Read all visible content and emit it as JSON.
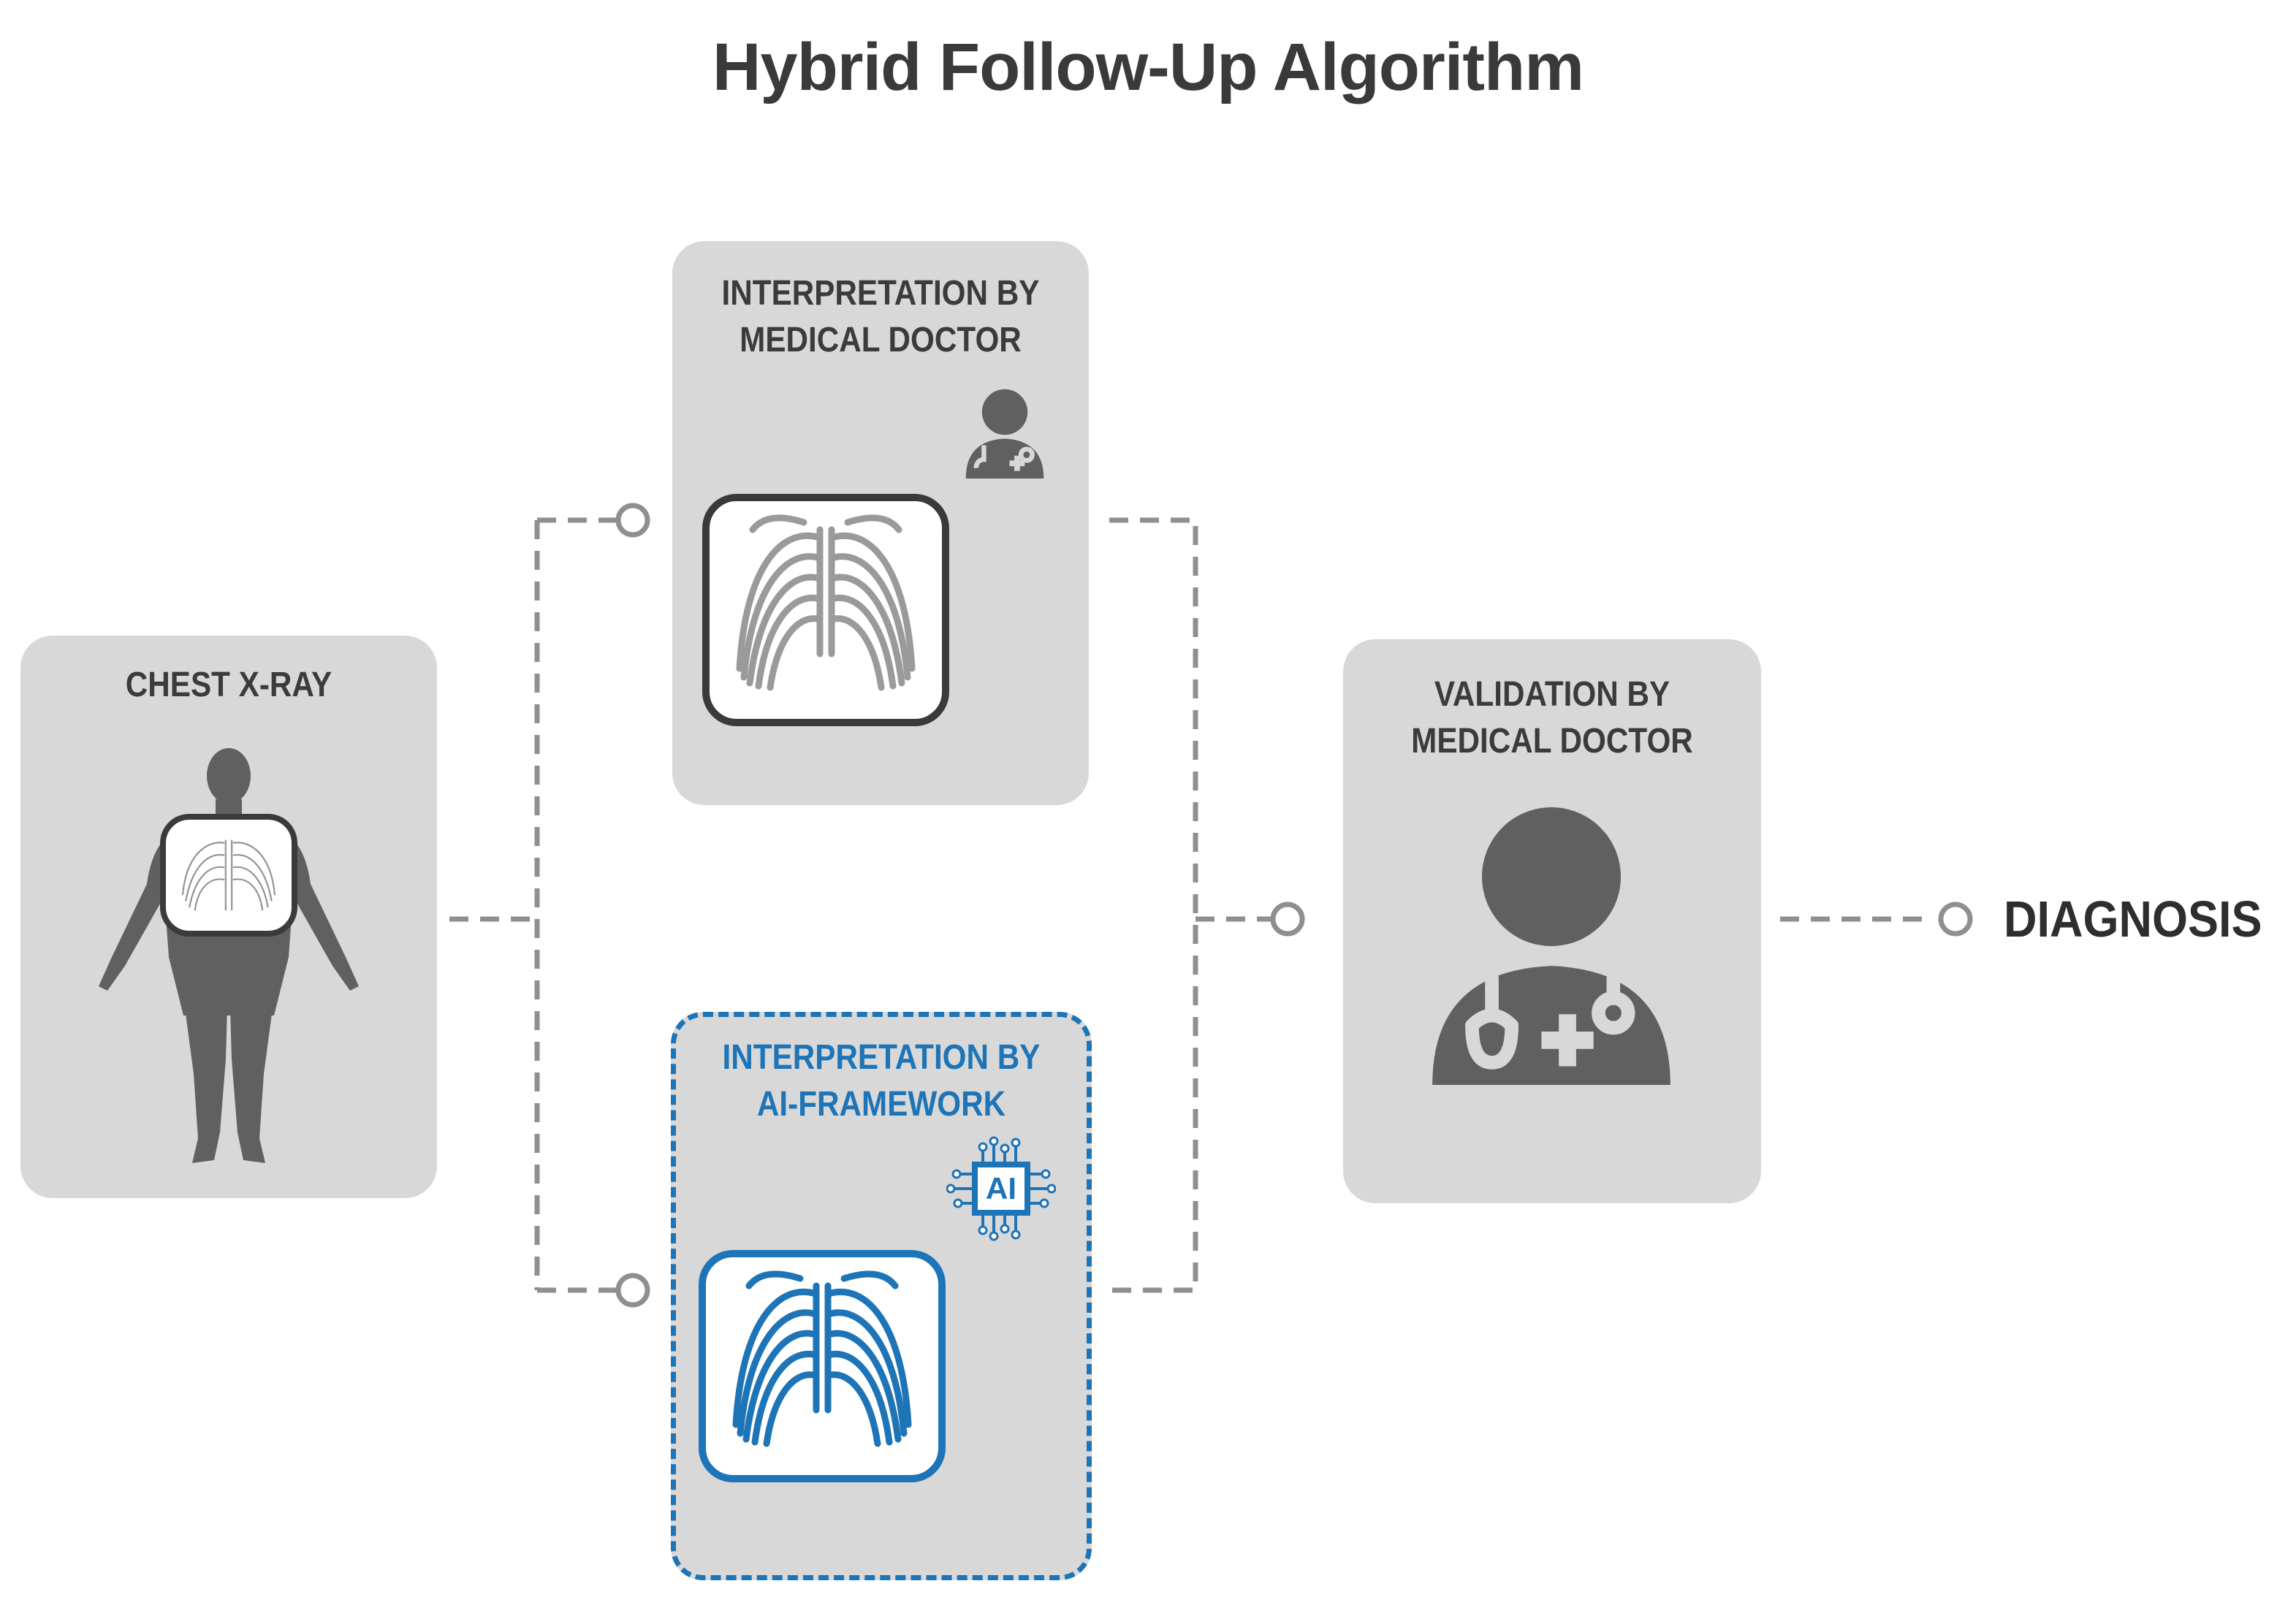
{
  "title": "Hybrid Follow-Up Algorithm",
  "nodes": {
    "chest_xray": {
      "label": "CHEST X-RAY"
    },
    "doctor_interpretation": {
      "label_line1": "INTERPRETATION BY",
      "label_line2": "MEDICAL DOCTOR"
    },
    "ai_interpretation": {
      "label_line1": "INTERPRETATION BY",
      "label_line2": "AI-FRAMEWORK",
      "chip_text": "AI"
    },
    "validation": {
      "label_line1": "VALIDATION BY",
      "label_line2": "MEDICAL DOCTOR"
    },
    "diagnosis": {
      "label": "DIAGNOSIS"
    }
  },
  "colors": {
    "card": "#d9d8d9",
    "icon_dark": "#606060",
    "icon_light": "#a3a3a3",
    "ai_blue": "#1d74b7",
    "connector": "#8f8f8f"
  }
}
